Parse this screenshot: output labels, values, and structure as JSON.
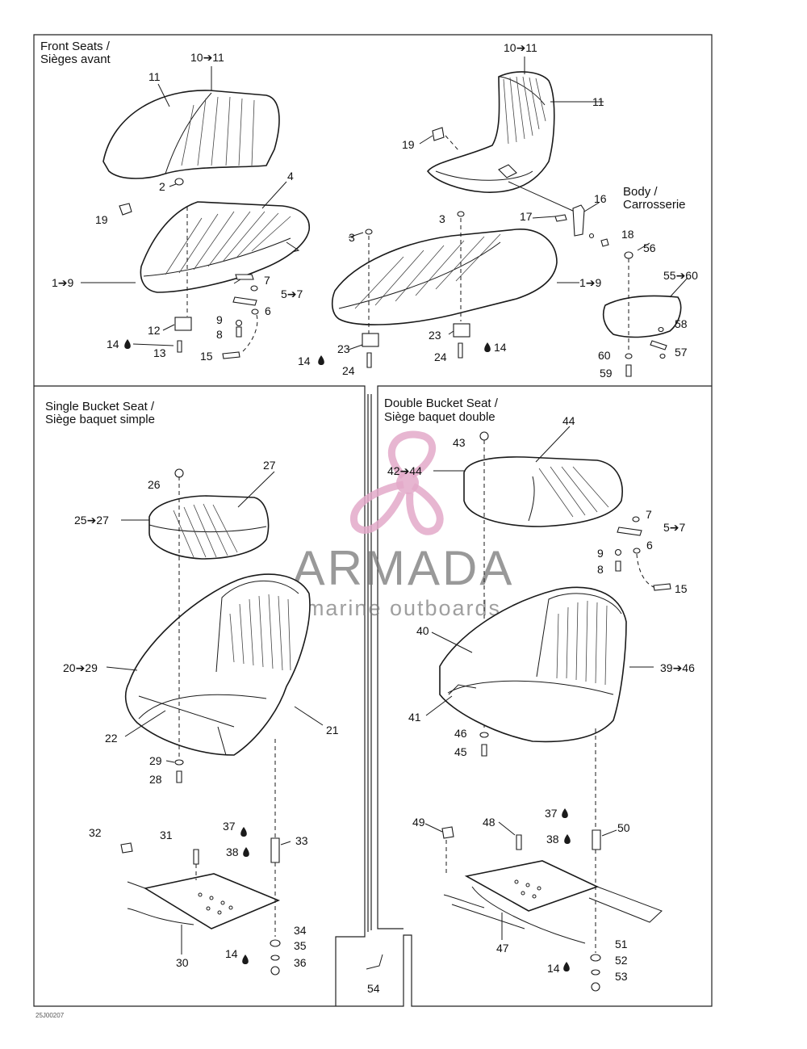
{
  "watermark": {
    "brand": "ARMADA",
    "tagline": "marine outboards",
    "color": "#e3a9c9"
  },
  "sections": {
    "front_title_1": "Front Seats /",
    "front_title_2": "Sièges avant",
    "body_1": "Body /",
    "body_2": "Carrosserie",
    "single_title_1": "Single Bucket Seat /",
    "single_title_2": "Siège baquet simple",
    "double_title_1": "Double Bucket Seat /",
    "double_title_2": "Siège baquet double"
  },
  "page_ref": "54",
  "figure_code": "25J00207",
  "callouts": {
    "fs_10_11": "10➔11",
    "fs_11": "11",
    "fs_2": "2",
    "fs_4": "4",
    "fs_19": "19",
    "fs_1_9": "1➔9",
    "fs_7": "7",
    "fs_5_7": "5➔7",
    "fs_6": "6",
    "fs_9": "9",
    "fs_8": "8",
    "fs_12": "12",
    "fs_14": "14",
    "fs_13": "13",
    "fs_15": "15",
    "fr_10_11": "10➔11",
    "fr_11": "11",
    "fr_19": "19",
    "fr_16": "16",
    "fr_17": "17",
    "fr_18": "18",
    "fr_3a": "3",
    "fr_3b": "3",
    "fr_1_9": "1➔9",
    "fr_23a": "23",
    "fr_23b": "23",
    "fr_24a": "24",
    "fr_24b": "24",
    "fr_14a": "14",
    "fr_14b": "14",
    "fr_56": "56",
    "fr_55_60": "55➔60",
    "fr_58": "58",
    "fr_57": "57",
    "fr_60": "60",
    "fr_59": "59",
    "sb_26": "26",
    "sb_27": "27",
    "sb_25_27": "25➔27",
    "sb_20_29": "20➔29",
    "sb_22": "22",
    "sb_21": "21",
    "sb_29": "29",
    "sb_28": "28",
    "sb_32": "32",
    "sb_31": "31",
    "sb_37": "37",
    "sb_33": "33",
    "sb_38": "38",
    "sb_34": "34",
    "sb_35": "35",
    "sb_14": "14",
    "sb_36": "36",
    "sb_30": "30",
    "db_43": "43",
    "db_44": "44",
    "db_42_44": "42➔44",
    "db_7": "7",
    "db_5_7": "5➔7",
    "db_9": "9",
    "db_6": "6",
    "db_8": "8",
    "db_15": "15",
    "db_40": "40",
    "db_39_46": "39➔46",
    "db_41": "41",
    "db_46": "46",
    "db_45": "45",
    "db_49": "49",
    "db_48": "48",
    "db_37": "37",
    "db_50": "50",
    "db_38": "38",
    "db_51": "51",
    "db_52": "52",
    "db_14": "14",
    "db_53": "53",
    "db_47": "47"
  }
}
